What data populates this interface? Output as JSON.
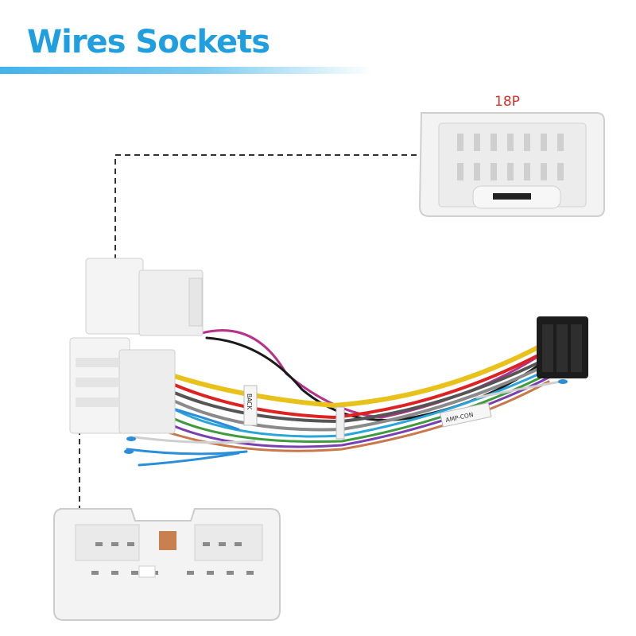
{
  "header": {
    "title": "Wires Sockets"
  },
  "labels": {
    "top_connector_pins": "18P",
    "tag_back": "BACK",
    "tag_amp": "AMP-CON"
  },
  "colors": {
    "title": "#1f9fdf",
    "pin_label": "#d9302a",
    "connector_white": "#f2f2f2",
    "connector_edge": "#c9c9c9"
  }
}
